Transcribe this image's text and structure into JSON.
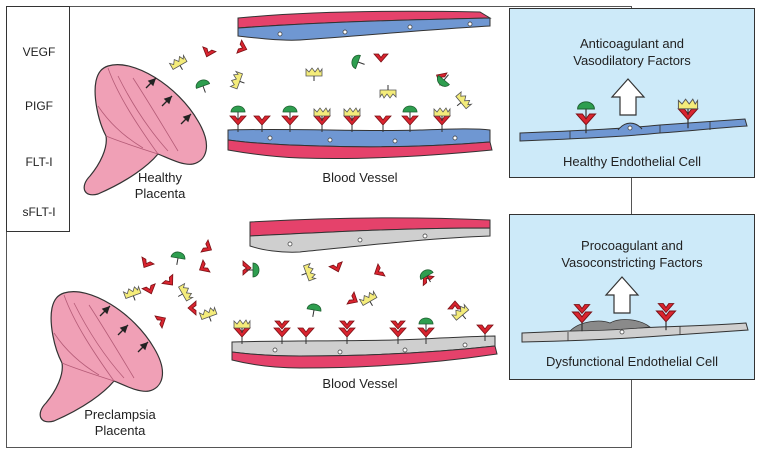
{
  "legend": {
    "vegf": "VEGF",
    "pigf": "PIGF",
    "flt1": "FLT-I",
    "sflt1": "sFLT-I"
  },
  "top": {
    "placenta_label": "Healthy\nPlacenta",
    "vessel_label": "Blood Vessel",
    "panel": {
      "title": "Anticoagulant and\nVasodilatory Factors",
      "cell_label": "Healthy Endothelial Cell"
    }
  },
  "bottom": {
    "placenta_label": "Preclampsia\nPlacenta",
    "vessel_label": "Blood Vessel",
    "panel": {
      "title": "Procoagulant and\nVasoconstricting Factors",
      "cell_label": "Dysfunctional Endothelial Cell"
    }
  },
  "colors": {
    "vegf": "#2e9e4f",
    "pigf": "#f4ec7a",
    "flt": "#d9242f",
    "vessel_red": "#e5426b",
    "endo_healthy": "#6f97d2",
    "endo_dysfunctional": "#cfcfcf",
    "placenta": "#f0a0b6",
    "panel_bg": "#cdeaf9"
  }
}
